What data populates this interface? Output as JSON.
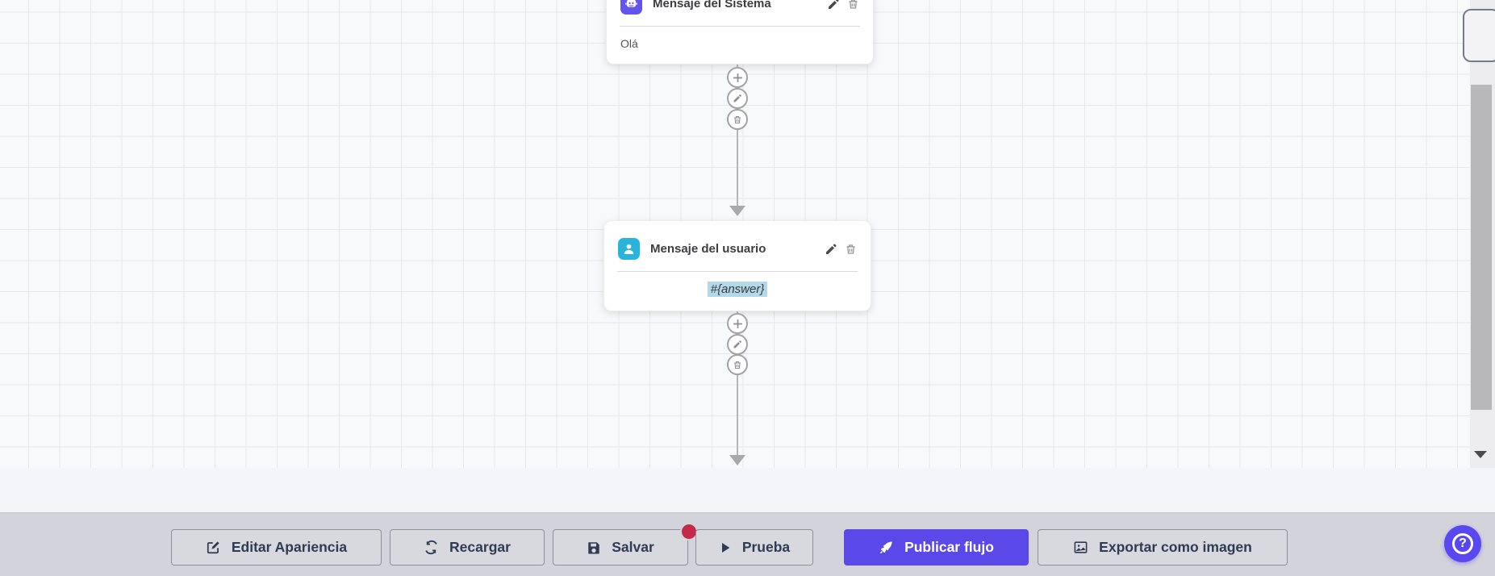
{
  "canvas": {
    "nodes": [
      {
        "title": "Mensaje del Sistema",
        "body": "Olá",
        "icon": "robot-icon",
        "icon_color": "#6254ec"
      },
      {
        "title": "Mensaje del usuario",
        "body": "#{answer}",
        "icon": "user-icon",
        "icon_color": "#2ab4dc",
        "body_highlight": "#b3d8e7"
      }
    ],
    "node_action_icons": [
      "plus-icon",
      "pencil-icon",
      "trash-icon"
    ],
    "card_action_icons": [
      "pencil-icon",
      "trash-icon"
    ]
  },
  "toolbar": {
    "buttons": [
      {
        "label": "Editar Apariencia",
        "icon": "edit-square-icon"
      },
      {
        "label": "Recargar",
        "icon": "refresh-icon"
      },
      {
        "label": "Salvar",
        "icon": "save-icon",
        "badge": "unsaved-dot"
      },
      {
        "label": "Prueba",
        "icon": "play-icon"
      },
      {
        "label": "Publicar flujo",
        "icon": "rocket-icon",
        "primary": true
      },
      {
        "label": "Exportar como imagen",
        "icon": "image-icon"
      }
    ],
    "badge_color": "#c5294a",
    "primary_color": "#5a49e8"
  },
  "help": {
    "label": "?",
    "icon": "question-circle-icon"
  },
  "colors": {
    "canvas_bg": "#f8f9fb",
    "grid_line": "#e6e8f1",
    "toolbar_bg": "#d3d4db",
    "highlight_blue": "#b3d8e7",
    "connector_gray": "#b5b5b7"
  }
}
